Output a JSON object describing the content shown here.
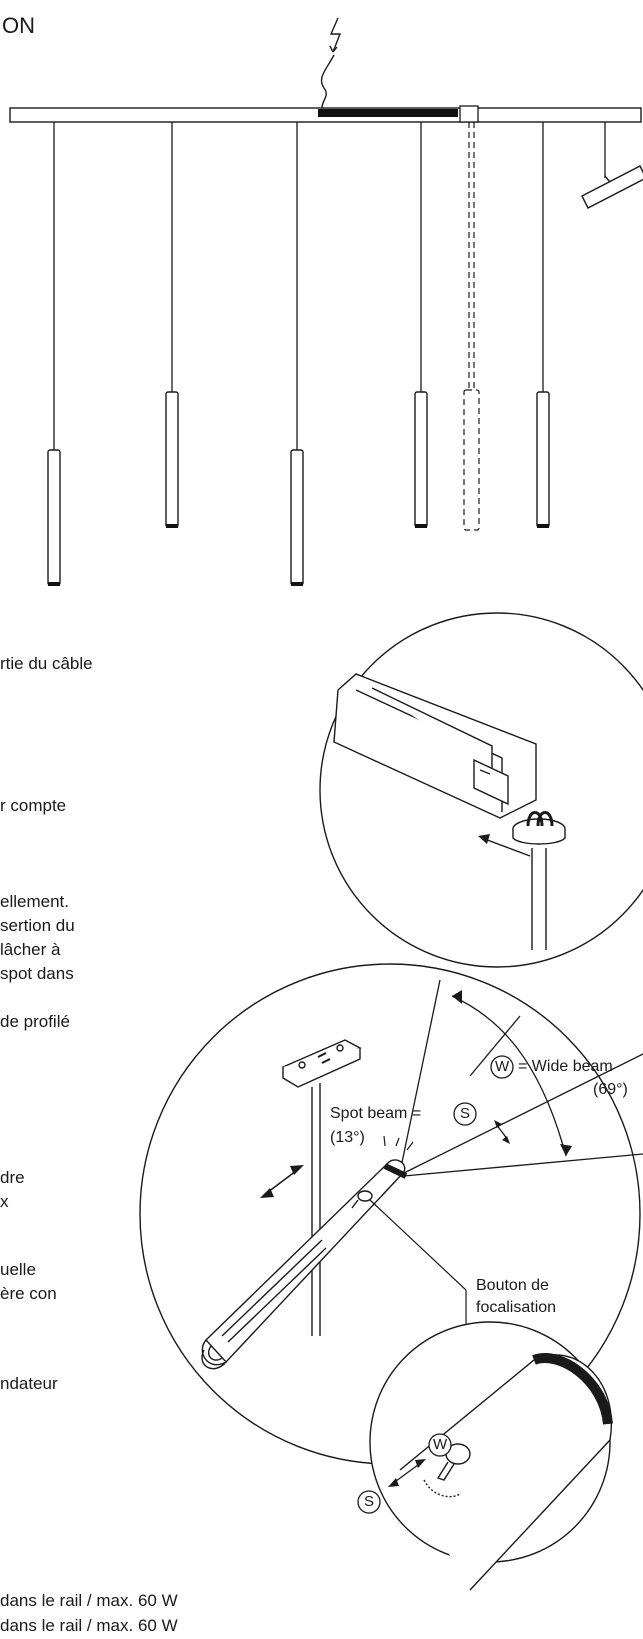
{
  "heading": "ON",
  "left_text_lines": [
    "rtie du câble",
    "r compte",
    "ellement.",
    "sertion du",
    "lâcher à",
    "spot dans",
    "de profilé",
    "dre",
    "x",
    "uelle",
    "ère con",
    "ndateur",
    "dans le rail / max. 60 W",
    "dans le rail / max. 60 W"
  ],
  "beam_labels": {
    "wide_letter": "W",
    "wide_text": "= Wide beam",
    "wide_angle": "(69°)",
    "spot_text": "Spot beam =",
    "spot_letter": "S",
    "spot_angle": "(13°)",
    "focus_button": "Bouton de\nfocalisation",
    "focus_line1": "Bouton de",
    "focus_line2": "focalisation"
  },
  "detail_labels": {
    "wide_letter": "W",
    "spot_letter": "S"
  }
}
